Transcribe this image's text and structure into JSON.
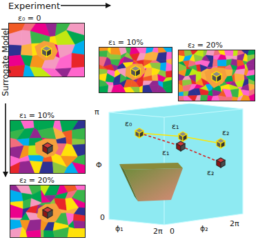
{
  "diagram": {
    "nodes": [
      {
        "text": [
          "ε₀ = 0"
        ]
      },
      {
        "text": [
          "ε₁ = 10%"
        ]
      },
      {
        "text": [
          "ε₂ = 20%"
        ]
      },
      {
        "text": [
          "ε₁ = 10%"
        ]
      },
      {
        "text": [
          "ε₂ = 20%"
        ]
      }
    ],
    "labels": [
      "Experiment",
      "Surrogate Model",
      "π",
      "Φ",
      "0",
      "ϕ₁",
      "2π",
      "0",
      "ϕ₂",
      "2π",
      "ε₀",
      "ε₁",
      "ε₂",
      "ε₁",
      "ε₂"
    ]
  }
}
